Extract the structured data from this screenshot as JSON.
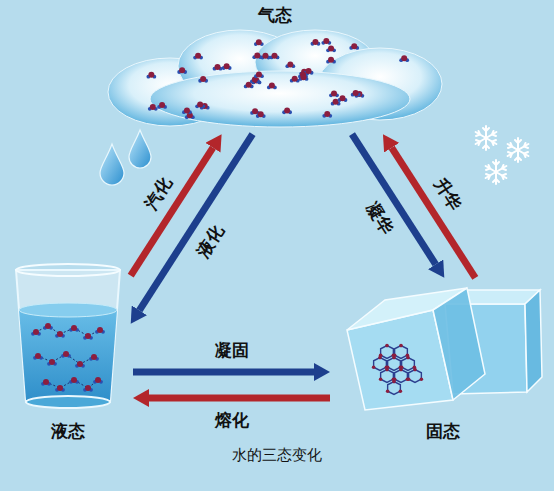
{
  "diagram": {
    "caption": "水的三态变化",
    "nodes": [
      {
        "text": [
          "气态"
        ]
      },
      {
        "text": [
          "液态"
        ]
      },
      {
        "text": [
          "固态"
        ]
      }
    ],
    "edges": [
      {
        "from": 1,
        "to": 0,
        "arrow": "to",
        "label": "汽化"
      },
      {
        "from": 0,
        "to": 1,
        "arrow": "to",
        "label": "液化"
      },
      {
        "from": 2,
        "to": 0,
        "arrow": "to",
        "label": "升华"
      },
      {
        "from": 0,
        "to": 2,
        "arrow": "to",
        "label": "凝华"
      },
      {
        "from": 1,
        "to": 2,
        "arrow": "to",
        "label": "凝固"
      },
      {
        "from": 2,
        "to": 1,
        "arrow": "to",
        "label": "熔化"
      }
    ]
  }
}
